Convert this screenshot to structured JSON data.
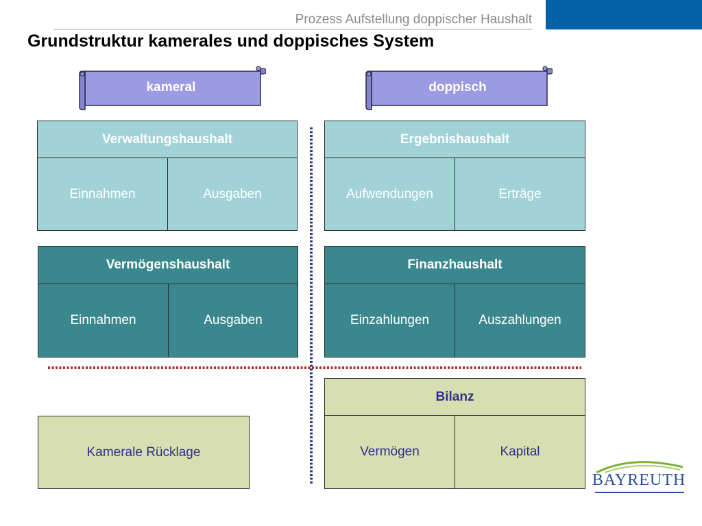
{
  "header": {
    "subtitle": "Prozess Aufstellung doppischer Haushalt",
    "title": "Grundstruktur kamerales und doppisches System",
    "accent_color": "#0561a8"
  },
  "banners": {
    "left": "kameral",
    "right": "doppisch",
    "color": "#9b9ae3"
  },
  "left": {
    "verwaltung": {
      "title": "Verwaltungshaushalt",
      "cells": [
        "Einnahmen",
        "Ausgaben"
      ]
    },
    "vermoegen": {
      "title": "Vermögenshaushalt",
      "cells": [
        "Einnahmen",
        "Ausgaben"
      ]
    },
    "ruecklage": "Kamerale Rücklage"
  },
  "right": {
    "ergebnis": {
      "title": "Ergebnishaushalt",
      "cells": [
        "Aufwendungen",
        "Erträge"
      ]
    },
    "finanz": {
      "title": "Finanzhaushalt",
      "cells": [
        "Einzahlungen",
        "Auszahlungen"
      ]
    },
    "bilanz": {
      "title": "Bilanz",
      "cells": [
        "Vermögen",
        "Kapital"
      ]
    }
  },
  "colors": {
    "light_teal": "#a0d2d7",
    "dark_teal": "#3a888e",
    "sage": "#d7deb1",
    "navy_text": "#2f2f8f",
    "vertical_divider": "#2a3c8f",
    "horizontal_divider": "#b02a2a"
  },
  "logo": {
    "text": "BAYREUTH",
    "arc_green": "#7fb03a"
  }
}
